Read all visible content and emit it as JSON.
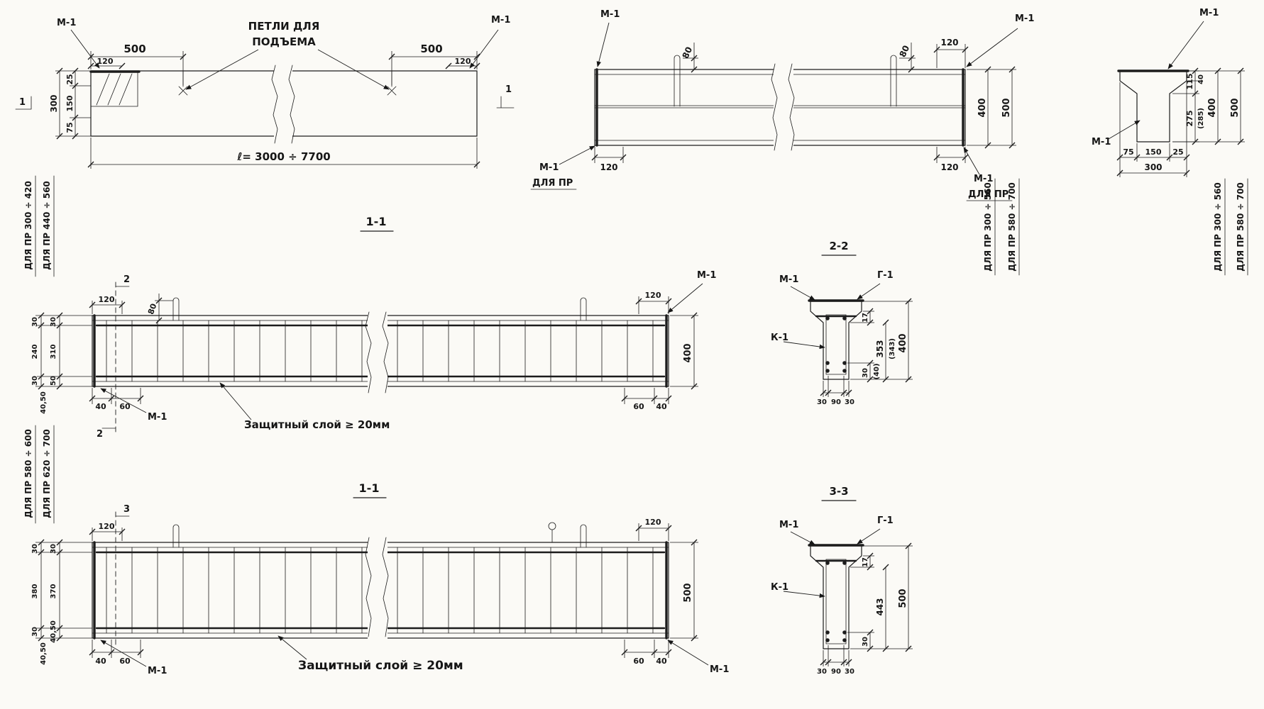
{
  "elevation": {
    "m1_left": "М-1",
    "m1_right": "М-1",
    "dim_500_left": "500",
    "dim_500_right": "500",
    "dim_120_left": "120",
    "dim_120_right": "120",
    "lift_label_1": "ПЕТЛИ ДЛЯ",
    "lift_label_2": "ПОДЪЕМА",
    "dim_25": "25",
    "dim_150": "150",
    "dim_75": "75",
    "dim_300": "300",
    "dim_length": "ℓ= 3000 ÷ 7700",
    "cut_left": "1",
    "cut_right": "1"
  },
  "plan": {
    "m1_top_left": "М-1",
    "m1_top_right": "М-1",
    "dim_80_left": "80",
    "dim_80_right": "80",
    "dim_120_top_right": "120",
    "dim_120_bottom_left": "120",
    "dim_120_bottom_right": "120",
    "m1_bottom_left": "М-1",
    "for_pr_bottom_left": "ДЛЯ ПР",
    "m1_bottom_right": "М-1",
    "for_pr_bottom_right": "ДЛЯ ПР",
    "dim_400": "400",
    "dim_500": "500",
    "range_400": "ДЛЯ ПР 300 ÷ 560",
    "range_500": "ДЛЯ ПР 580 ÷ 700"
  },
  "end_section": {
    "m1_top": "М-1",
    "m1_left": "М-1",
    "dim_115": "115",
    "dim_40": "40",
    "dim_275": "275",
    "dim_285_alt": "(285)",
    "dim_400": "400",
    "dim_500": "500",
    "dim_75": "75",
    "dim_150": "150",
    "dim_25": "25",
    "dim_300": "300",
    "range_400": "ДЛЯ ПР 300 ÷ 560",
    "range_500": "ДЛЯ ПР 580 ÷ 700"
  },
  "section_1_1_top": {
    "title": "1-1",
    "cut_top": "2",
    "cut_bottom": "2",
    "dim_120_left": "120",
    "dim_80": "80",
    "dim_120_right": "120",
    "m1_top_right": "М-1",
    "dim_400": "400",
    "dim_40_left": "40",
    "dim_60_left": "60",
    "m1_bottom_left": "М-1",
    "cover_note": "Защитный слой ≥ 20мм",
    "dim_60_right": "60",
    "dim_40_right": "40",
    "range_a": "ДЛЯ ПР 300 ÷ 420",
    "range_b": "ДЛЯ ПР 440 ÷ 560",
    "left_dims": [
      "30",
      "30",
      "240",
      "310",
      "30",
      "50",
      "40,50"
    ]
  },
  "section_2_2": {
    "title": "2-2",
    "m1": "М-1",
    "g1": "Г-1",
    "k1": "К-1",
    "dim_17": "17",
    "dim_353": "353",
    "dim_343_alt": "(343)",
    "dim_400": "400",
    "dim_30_right": "30",
    "dim_40_alt": "(40)",
    "dim_30_a": "30",
    "dim_90": "90",
    "dim_30_b": "30"
  },
  "section_1_1_bottom": {
    "title": "1-1",
    "cut_top": "3",
    "dim_120_left": "120",
    "dim_120_right": "120",
    "dim_500": "500",
    "dim_40_left": "40",
    "dim_60_left": "60",
    "m1_bottom_left": "М-1",
    "cover_note": "Защитный слой ≥ 20мм",
    "dim_60_right": "60",
    "dim_40_right": "40",
    "m1_bottom_right": "М-1",
    "range_a": "ДЛЯ ПР 580 ÷ 600",
    "range_b": "ДЛЯ ПР 620 ÷ 700",
    "left_dims": [
      "30",
      "30",
      "380",
      "370",
      "30",
      "40,50",
      "40,50"
    ]
  },
  "section_3_3": {
    "title": "3-3",
    "m1": "М-1",
    "g1": "Г-1",
    "k1": "К-1",
    "dim_17": "17",
    "dim_443": "443",
    "dim_500": "500",
    "dim_30_right": "30",
    "dim_30_a": "30",
    "dim_90": "90",
    "dim_30_b": "30"
  }
}
